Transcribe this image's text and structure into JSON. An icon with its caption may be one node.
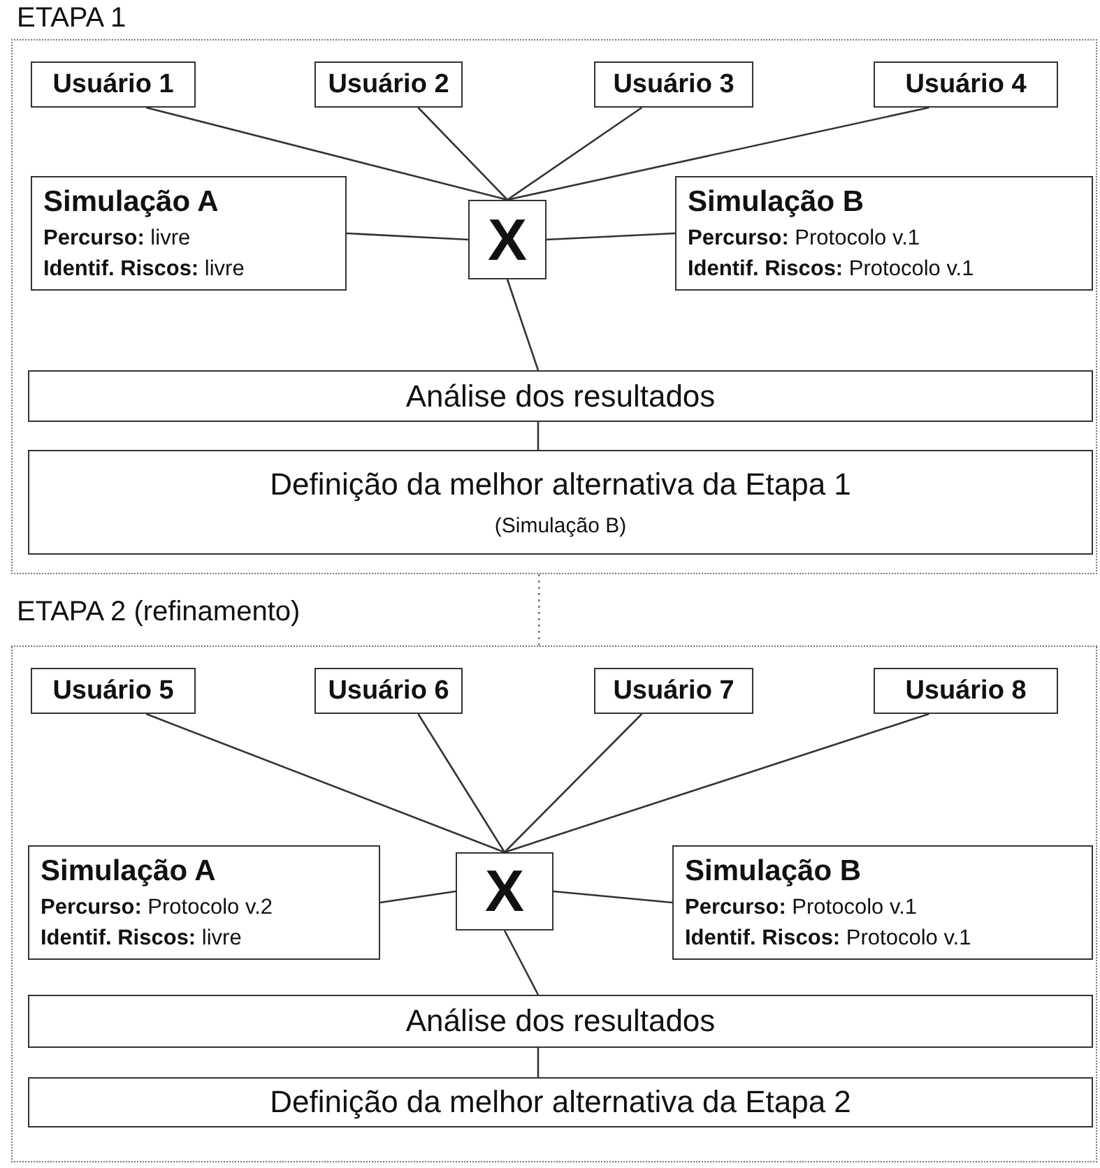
{
  "diagram": {
    "nodes": [
      {
        "text": [
          "ETAPA 1"
        ]
      },
      {
        "text": [
          "Usuário 1"
        ],
        "in": 0
      },
      {
        "text": [
          "Usuário 2"
        ],
        "in": 0
      },
      {
        "text": [
          "Usuário 3"
        ],
        "in": 0
      },
      {
        "text": [
          "Usuário 4"
        ],
        "in": 0
      },
      {
        "text": [
          "Simulação A",
          "**Percurso:** livre",
          "**Identif. Riscos:** livre"
        ],
        "in": 0
      },
      {
        "text": [
          "X"
        ],
        "in": 0
      },
      {
        "text": [
          "Simulação B",
          "**Percurso:** Protocolo v.1",
          "**Identif. Riscos:** Protocolo v.1"
        ],
        "in": 0
      },
      {
        "text": [
          "Análise dos resultados"
        ],
        "in": 0
      },
      {
        "text": [
          "Definição da melhor alternativa da Etapa 1",
          "(Simulação B)"
        ],
        "in": 0
      },
      {
        "text": [
          "ETAPA 2 (refinamento)"
        ]
      },
      {
        "text": [
          "Usuário 5"
        ],
        "in": 10
      },
      {
        "text": [
          "Usuário 6"
        ],
        "in": 10
      },
      {
        "text": [
          "Usuário 7"
        ],
        "in": 10
      },
      {
        "text": [
          "Usuário 8"
        ],
        "in": 10
      },
      {
        "text": [
          "Simulação A",
          "**Percurso:** Protocolo v.2",
          "**Identif. Riscos:** livre"
        ],
        "in": 10
      },
      {
        "text": [
          "X"
        ],
        "in": 10
      },
      {
        "text": [
          "Simulação B",
          "**Percurso:** Protocolo v.1",
          "**Identif. Riscos:** Protocolo v.1"
        ],
        "in": 10
      },
      {
        "text": [
          "Análise dos resultados"
        ],
        "in": 10
      },
      {
        "text": [
          "Definição da melhor alternativa da Etapa 2"
        ],
        "in": 10
      }
    ],
    "edges": [
      {
        "from": 1,
        "to": 6,
        "arrow": "none"
      },
      {
        "from": 2,
        "to": 6,
        "arrow": "none"
      },
      {
        "from": 3,
        "to": 6,
        "arrow": "none"
      },
      {
        "from": 4,
        "to": 6,
        "arrow": "none"
      },
      {
        "from": 5,
        "to": 6,
        "arrow": "none"
      },
      {
        "from": 6,
        "to": 7,
        "arrow": "none"
      },
      {
        "from": 6,
        "to": 8,
        "arrow": "none"
      },
      {
        "from": 8,
        "to": 9,
        "arrow": "none"
      },
      {
        "from": 0,
        "to": 10,
        "arrow": "none",
        "style": "dashed",
        "color": "#777777"
      },
      {
        "from": 11,
        "to": 16,
        "arrow": "none"
      },
      {
        "from": 12,
        "to": 16,
        "arrow": "none"
      },
      {
        "from": 13,
        "to": 16,
        "arrow": "none"
      },
      {
        "from": 14,
        "to": 16,
        "arrow": "none"
      },
      {
        "from": 15,
        "to": 16,
        "arrow": "none"
      },
      {
        "from": 16,
        "to": 17,
        "arrow": "none"
      },
      {
        "from": 16,
        "to": 18,
        "arrow": "none"
      },
      {
        "from": 18,
        "to": 19,
        "arrow": "none"
      }
    ]
  }
}
